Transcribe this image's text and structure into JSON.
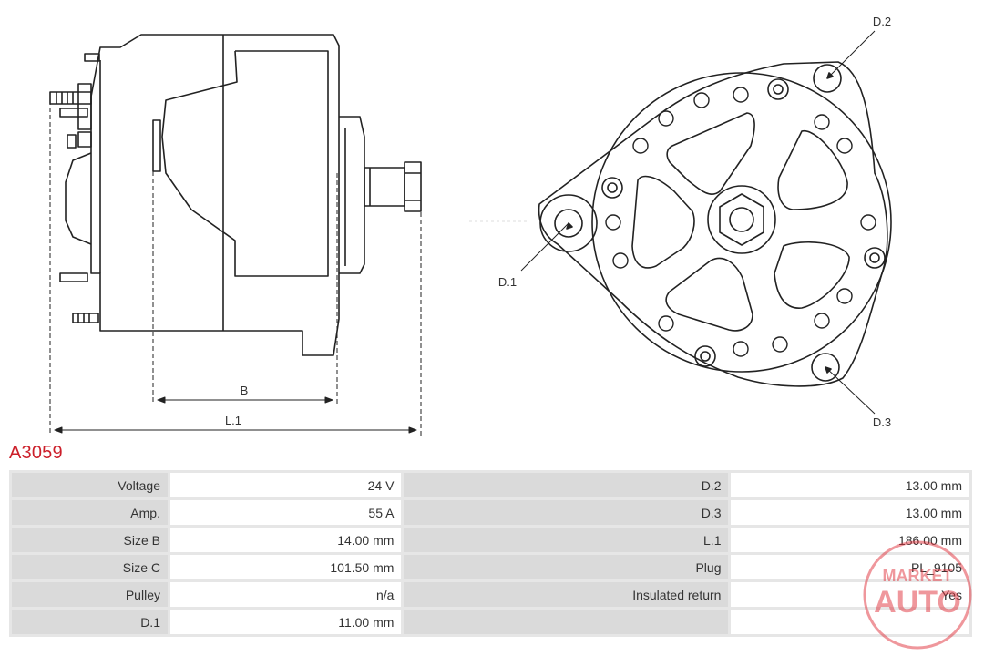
{
  "drawing": {
    "dimension_labels": {
      "b": "B",
      "l1": "L.1",
      "d1": "D.1",
      "d2": "D.2",
      "d3": "D.3"
    }
  },
  "product": {
    "code": "A3059"
  },
  "specs": {
    "rows": [
      {
        "left_label": "Voltage",
        "left_value": "24 V",
        "right_label": "D.2",
        "right_value": "13.00 mm"
      },
      {
        "left_label": "Amp.",
        "left_value": "55 A",
        "right_label": "D.3",
        "right_value": "13.00 mm"
      },
      {
        "left_label": "Size B",
        "left_value": "14.00 mm",
        "right_label": "L.1",
        "right_value": "186.00 mm"
      },
      {
        "left_label": "Size C",
        "left_value": "101.50 mm",
        "right_label": "Plug",
        "right_value": "PL_9105"
      },
      {
        "left_label": "Pulley",
        "left_value": "n/a",
        "right_label": "Insulated return",
        "right_value": "Yes"
      },
      {
        "left_label": "D.1",
        "left_value": "11.00 mm",
        "right_label": "",
        "right_value": ""
      }
    ]
  },
  "watermark": {
    "line1": "MARKET",
    "line2": "AUTO",
    "color": "#e0323c"
  },
  "colors": {
    "accent": "#cc1f2a",
    "label_cell": "#dadada",
    "grid": "#e6e6e6",
    "line": "#222222"
  }
}
